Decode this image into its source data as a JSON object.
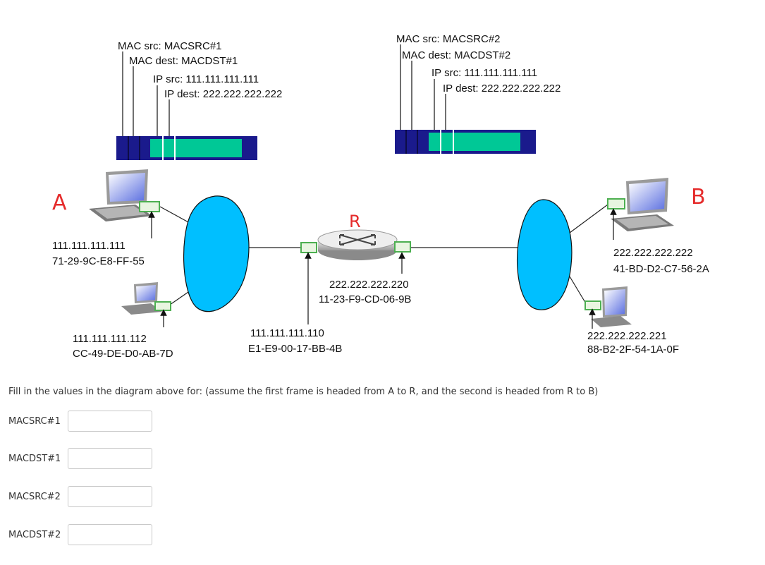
{
  "frame1": {
    "mac_src": "MAC src: MACSRC#1",
    "mac_dest": "MAC dest: MACDST#1",
    "ip_src": "IP src: 111.111.111.111",
    "ip_dest": "IP dest: 222.222.222.222"
  },
  "frame2": {
    "mac_src": "MAC src: MACSRC#2",
    "mac_dest": "MAC dest: MACDST#2",
    "ip_src": "IP src: 111.111.111.111",
    "ip_dest": "IP dest: 222.222.222.222"
  },
  "hosts": {
    "a": {
      "label": "A",
      "ip": "111.111.111.111",
      "mac": "71-29-9C-E8-FF-55"
    },
    "a2": {
      "ip": "111.111.111.112",
      "mac": "CC-49-DE-D0-AB-7D"
    },
    "b": {
      "label": "B",
      "ip": "222.222.222.222",
      "mac": "41-BD-D2-C7-56-2A"
    },
    "b2": {
      "ip": "222.222.222.221",
      "mac": "88-B2-2F-54-1A-0F"
    }
  },
  "router": {
    "label": "R",
    "left_ip": "111.111.111.110",
    "left_mac": "E1-E9-00-17-BB-4B",
    "right_ip": "222.222.222.220",
    "right_mac": "11-23-F9-CD-06-9B"
  },
  "question": "Fill in the values in the diagram above for: (assume the first frame is headed from A to R, and the second is headed from R to B)",
  "fields": [
    {
      "label": "MACSRC#1",
      "value": ""
    },
    {
      "label": "MACDST#1",
      "value": ""
    },
    {
      "label": "MACSRC#2",
      "value": ""
    },
    {
      "label": "MACDST#2",
      "value": ""
    }
  ],
  "colors": {
    "network_cloud": "#00bfff",
    "frame_header": "#1a1a8c",
    "frame_payload": "#00c896",
    "interface": "#4caf50",
    "host_label": "#e52b2b"
  }
}
